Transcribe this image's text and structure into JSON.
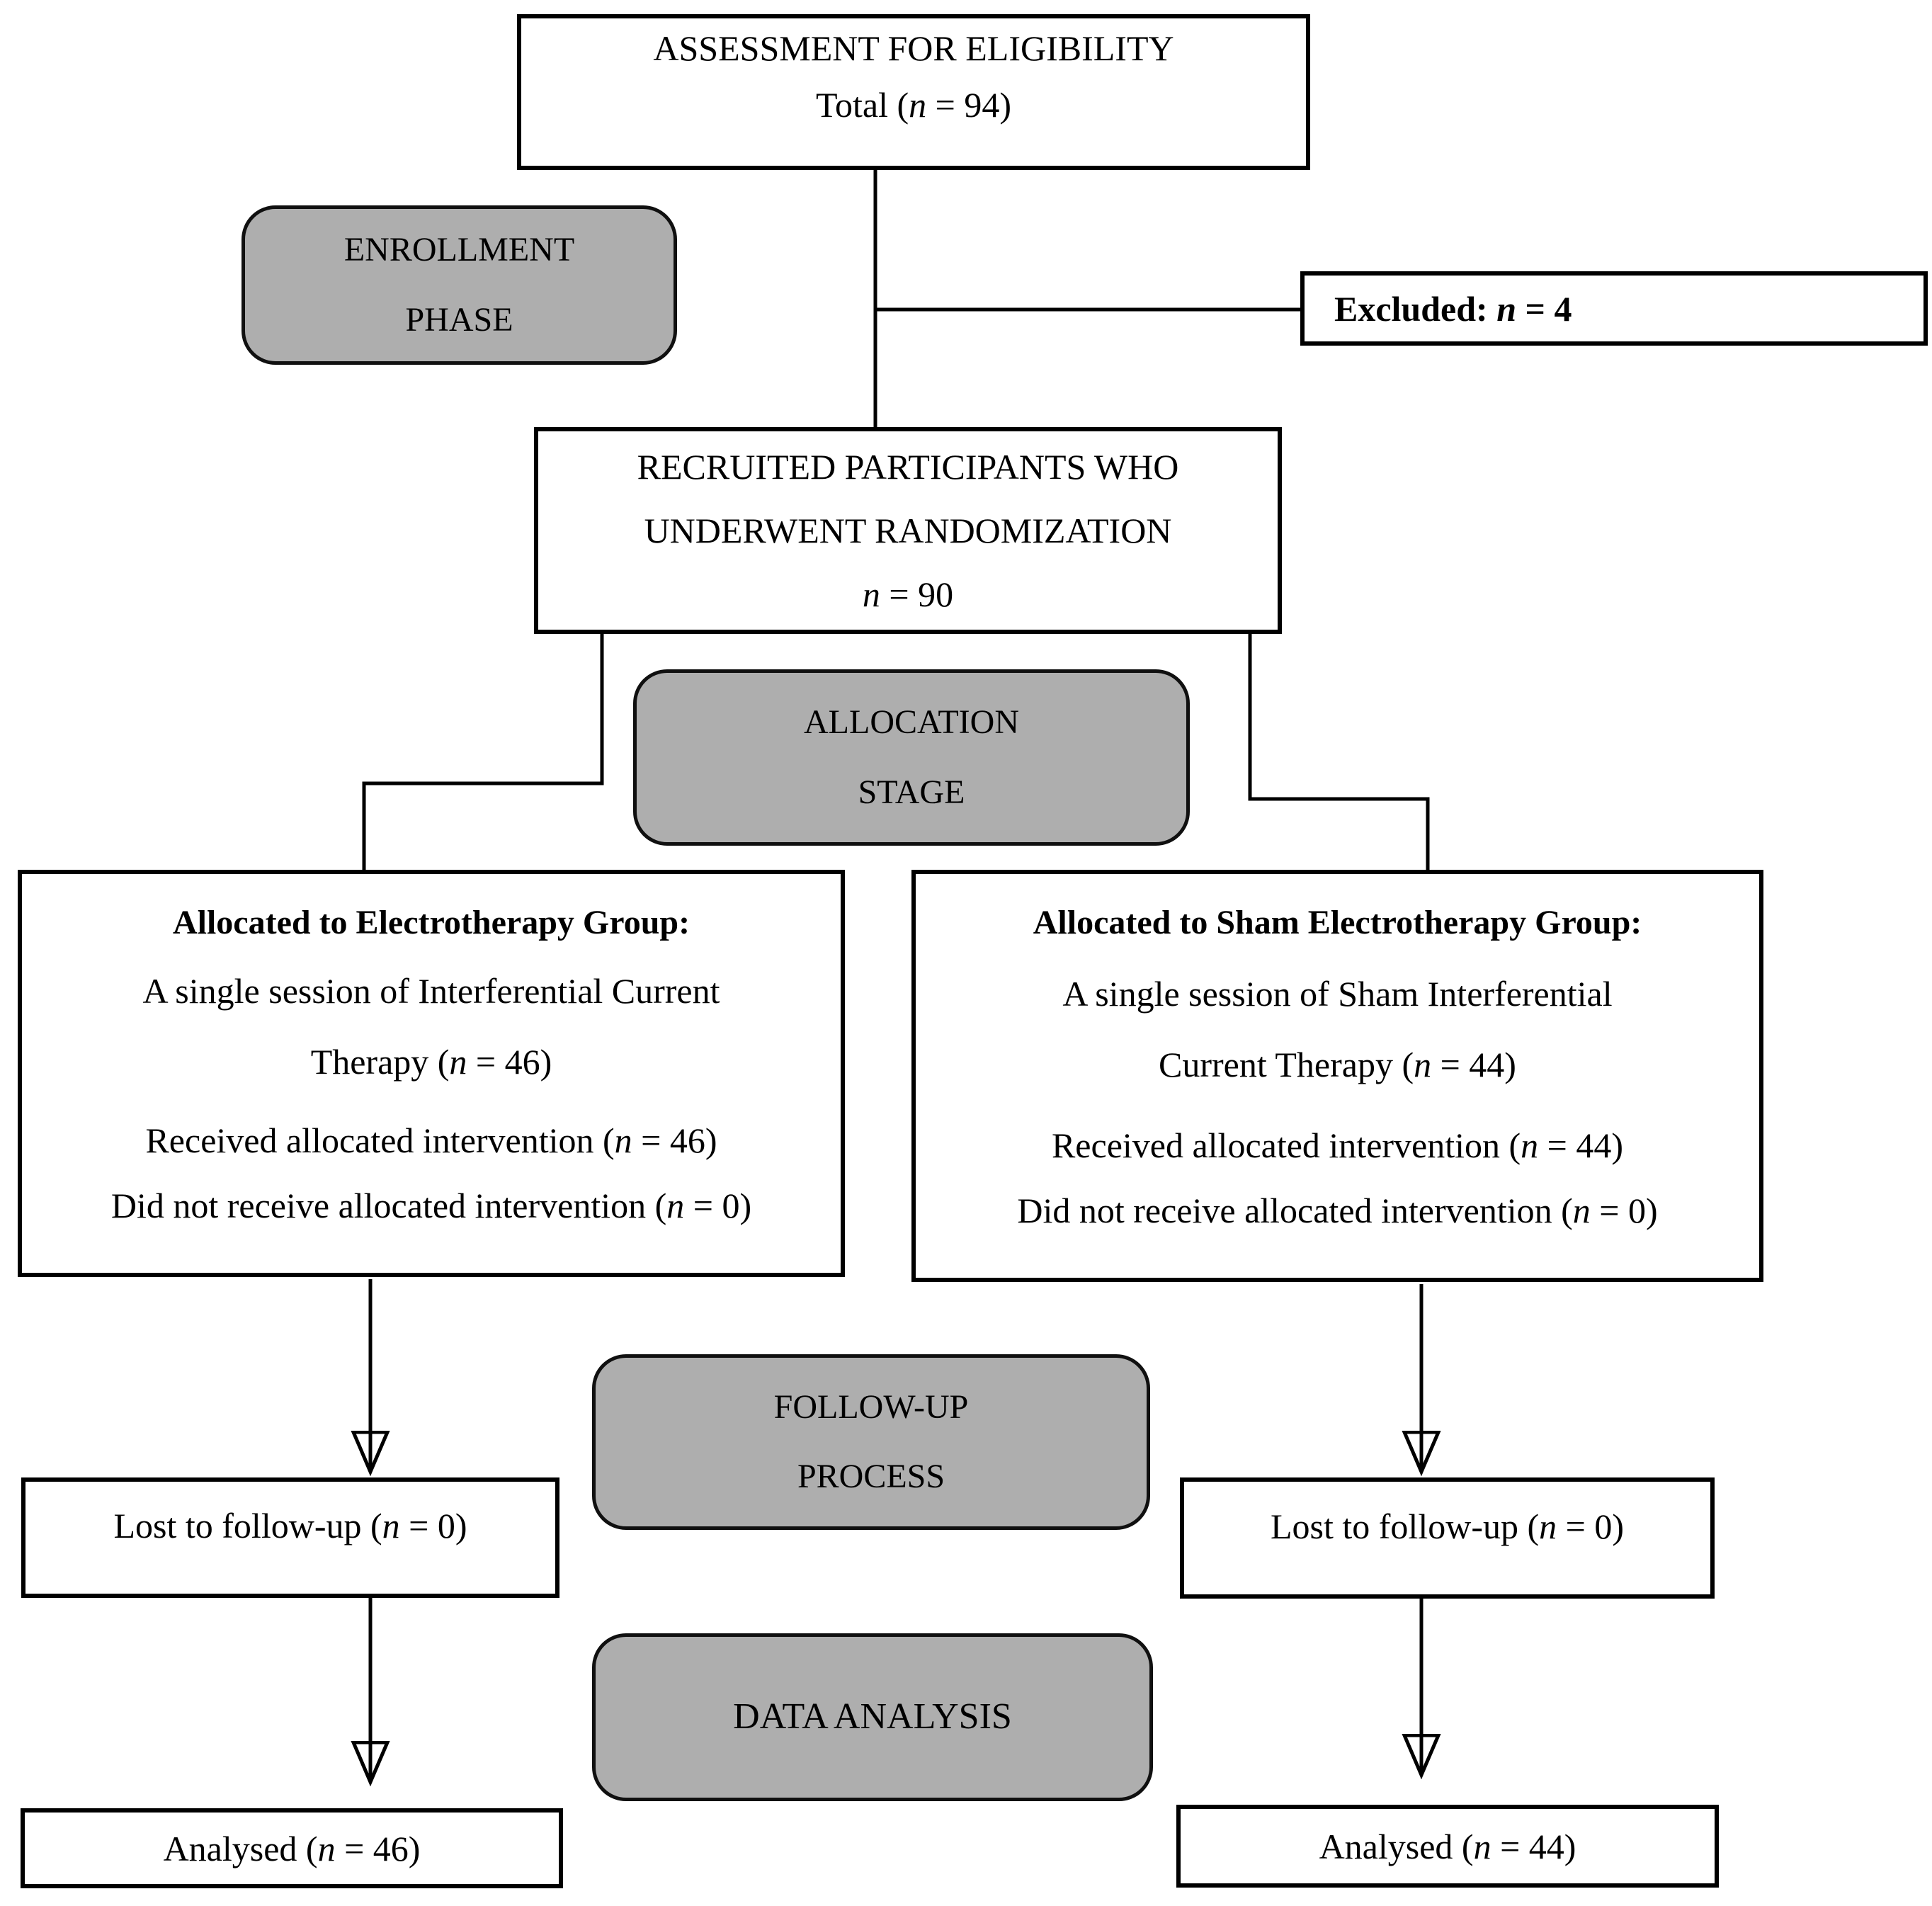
{
  "colors": {
    "stage_fill": "#aeaeae",
    "box_fill": "#ffffff",
    "line": "#000000"
  },
  "nodes": {
    "assessment": {
      "line1": "ASSESSMENT FOR ELIGIBILITY",
      "line2_pre": "Total (",
      "line2_n": "n",
      "line2_post": " = 94)"
    },
    "enrollment": {
      "line1": "ENROLLMENT",
      "line2": "PHASE"
    },
    "excluded": {
      "label": "Excluded: ",
      "n": "n",
      "value": " = 4"
    },
    "recruited": {
      "line1": "RECRUITED PARTICIPANTS WHO",
      "line2": "UNDERWENT RANDOMIZATION",
      "line3_n": "n",
      "line3_post": " = 90"
    },
    "allocation": {
      "line1": "ALLOCATION",
      "line2": "STAGE"
    },
    "group_left": {
      "heading": "Allocated to Electrotherapy Group:",
      "desc_line1": "A single session of Interferential Current",
      "desc_line2_pre": "Therapy (",
      "desc_line2_n": "n",
      "desc_line2_post": " = 46)",
      "received_pre": "Received allocated intervention (",
      "received_n": "n",
      "received_post": " = 46)",
      "not_received_pre": "Did not receive allocated intervention (",
      "not_received_n": "n",
      "not_received_post": " = 0)"
    },
    "group_right": {
      "heading": "Allocated to Sham Electrotherapy Group:",
      "desc_line1": "A single session of Sham Interferential",
      "desc_line2_pre": "Current Therapy (",
      "desc_line2_n": "n",
      "desc_line2_post": " = 44)",
      "received_pre": "Received allocated intervention (",
      "received_n": "n",
      "received_post": " = 44)",
      "not_received_pre": "Did not receive allocated intervention (",
      "not_received_n": "n",
      "not_received_post": " = 0)"
    },
    "followup": {
      "line1": "FOLLOW-UP",
      "line2": "PROCESS"
    },
    "lost_left": {
      "pre": "Lost to follow-up (",
      "n": "n",
      "post": " = 0)"
    },
    "lost_right": {
      "pre": "Lost to follow-up (",
      "n": "n",
      "post": " = 0)"
    },
    "data_analysis": {
      "label": "DATA ANALYSIS"
    },
    "analysed_left": {
      "pre": "Analysed (",
      "n": "n",
      "post": " = 46)"
    },
    "analysed_right": {
      "pre": "Analysed (",
      "n": "n",
      "post": " = 44)"
    }
  }
}
